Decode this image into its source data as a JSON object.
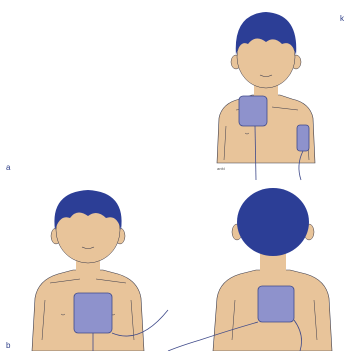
{
  "labels": {
    "panel_a": "a",
    "panel_b": "b",
    "corner_mark": "k",
    "device_tag": "anfd"
  },
  "colors": {
    "skin": "#E8C49A",
    "hair": "#2C3E96",
    "pad": "#8E92CC",
    "pad_outline": "#3F4A8A",
    "outline": "#3A3A4A",
    "wire": "#3F4A8A"
  }
}
